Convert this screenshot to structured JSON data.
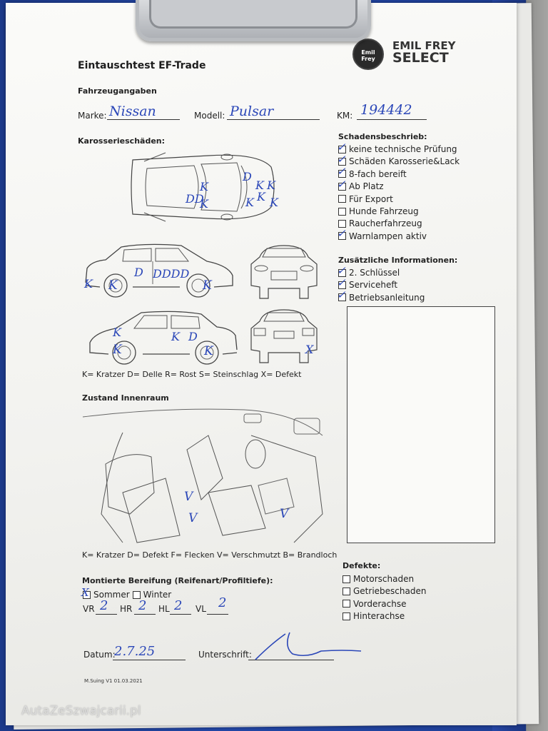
{
  "form": {
    "title": "Eintauschtest EF-Trade",
    "section_vehicle": "Fahrzeugangaben",
    "label_make": "Marke:",
    "value_make": "Nissan",
    "label_model": "Modell:",
    "value_model": "Pulsar",
    "label_km": "KM:",
    "value_km": "194442",
    "section_body": "Karosserieschäden:",
    "body_legend": "K= Kratzer D= Delle R= Rost S= Steinschlag X= Defekt",
    "section_interior": "Zustand Innenraum",
    "interior_legend": "K= Kratzer D= Defekt F= Flecken V= Verschmutzt B= Brandloch",
    "section_tires": "Montierte Bereifung (Reifenart/Profiltiefe):",
    "tire_summer": "Sommer",
    "tire_winter": "Winter",
    "tire_vr_label": "VR",
    "tire_vr": "2",
    "tire_hr_label": "HR",
    "tire_hr": "2",
    "tire_hl_label": "HL",
    "tire_hl": "2",
    "tire_vl_label": "VL",
    "tire_vl": "2",
    "label_date": "Datum:",
    "value_date": "2.7.25",
    "label_signature": "Unterschrift:",
    "footer_code": "M.Suing V1 01.03.2021"
  },
  "logo": {
    "circle_text": "Emil Frey",
    "line1": "EMIL FREY",
    "line2": "SELECT"
  },
  "damage_report": {
    "heading": "Schadensbeschrieb:",
    "items": [
      {
        "label": "keine technische Prüfung",
        "checked": true
      },
      {
        "label": "Schäden Karosserie&Lack",
        "checked": true
      },
      {
        "label": "8-fach bereift",
        "checked": true
      },
      {
        "label": "Ab Platz",
        "checked": true
      },
      {
        "label": "Für Export",
        "checked": false
      },
      {
        "label": "Hunde Fahrzeug",
        "checked": false
      },
      {
        "label": "Raucherfahrzeug",
        "checked": false
      },
      {
        "label": "Warnlampen aktiv",
        "checked": true
      }
    ]
  },
  "additional_info": {
    "heading": "Zusätzliche Informationen:",
    "items": [
      {
        "label": "2. Schlüssel",
        "checked": true
      },
      {
        "label": "Serviceheft",
        "checked": true
      },
      {
        "label": "Betriebsanleitung",
        "checked": true
      }
    ]
  },
  "defects": {
    "heading": "Defekte:",
    "items": [
      {
        "label": "Motorschaden",
        "checked": false
      },
      {
        "label": "Getriebeschaden",
        "checked": false
      },
      {
        "label": "Vorderachse",
        "checked": false
      },
      {
        "label": "Hinterachse",
        "checked": false
      }
    ]
  },
  "marks": {
    "k": "K",
    "d": "D",
    "dd": "DD",
    "dddd": "DDDD",
    "v": "V",
    "x": "X"
  },
  "watermark": "AutaZeSzwajcarii.pl",
  "colors": {
    "ink": "#2b47b8",
    "clipboard": "#2347a6"
  }
}
